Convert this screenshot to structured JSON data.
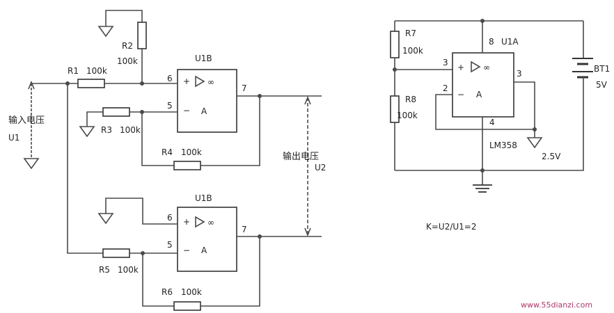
{
  "left_circuit": {
    "top_amp": {
      "name": "U1B",
      "pin_plus": "6",
      "pin_minus": "5",
      "pin_out": "7",
      "plus": "+",
      "minus": "−",
      "amp": "A",
      "inf": "∞"
    },
    "bottom_amp": {
      "name": "U1B",
      "pin_plus": "6",
      "pin_minus": "5",
      "pin_out": "7",
      "plus": "+",
      "minus": "−",
      "amp": "A",
      "inf": "∞"
    },
    "R1": {
      "name": "R1",
      "value": "100k"
    },
    "R2": {
      "name": "R2",
      "value": "100k"
    },
    "R3": {
      "name": "R3",
      "value": "100k"
    },
    "R4": {
      "name": "R4",
      "value": "100k"
    },
    "R5": {
      "name": "R5",
      "value": "100k"
    },
    "R6": {
      "name": "R6",
      "value": "100k"
    },
    "input_label": "输入电压",
    "input_name": "U1",
    "output_label": "输出电压",
    "output_name": "U2"
  },
  "right_circuit": {
    "amp": {
      "name": "U1A",
      "pin_supply": "8",
      "pin_plus": "3",
      "pin_minus": "2",
      "pin_out": "3",
      "pin_gnd": "4",
      "plus": "+",
      "minus": "−",
      "amp": "A",
      "inf": "∞"
    },
    "R7": {
      "name": "R7",
      "value": "100k"
    },
    "R8": {
      "name": "R8",
      "value": "100k"
    },
    "chip": "LM358",
    "ref_voltage": "2.5V",
    "battery": {
      "name": "BT1",
      "value": "5V"
    }
  },
  "formula": "K=U2/U1=2",
  "watermark": "www.55dianzi.com"
}
